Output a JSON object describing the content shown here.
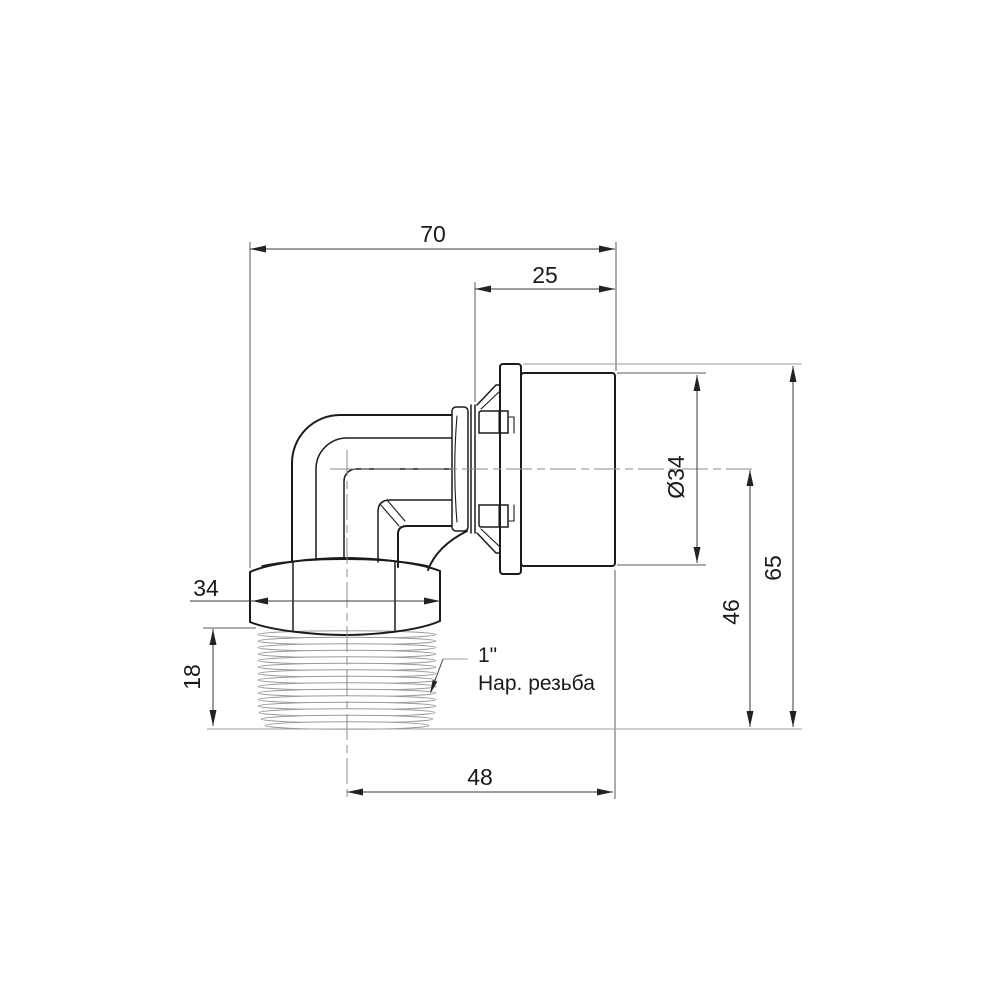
{
  "drawing": {
    "kind": "technical-drawing",
    "subject": "90-degree elbow press fitting with external male thread",
    "background_color": "#ffffff",
    "outline_color": "#1b1b1b",
    "thin_line_color": "#9a9a9a"
  },
  "dims": {
    "overall_width": "70",
    "socket_depth": "25",
    "sleeve_diameter": "Ø34",
    "overall_height": "65",
    "axis_to_thread_end": "46",
    "hex_flats": "34",
    "thread_length": "18",
    "axis_to_sleeve_end": "48"
  },
  "leader": {
    "size": "1\"",
    "type": "Нар. резьба"
  }
}
